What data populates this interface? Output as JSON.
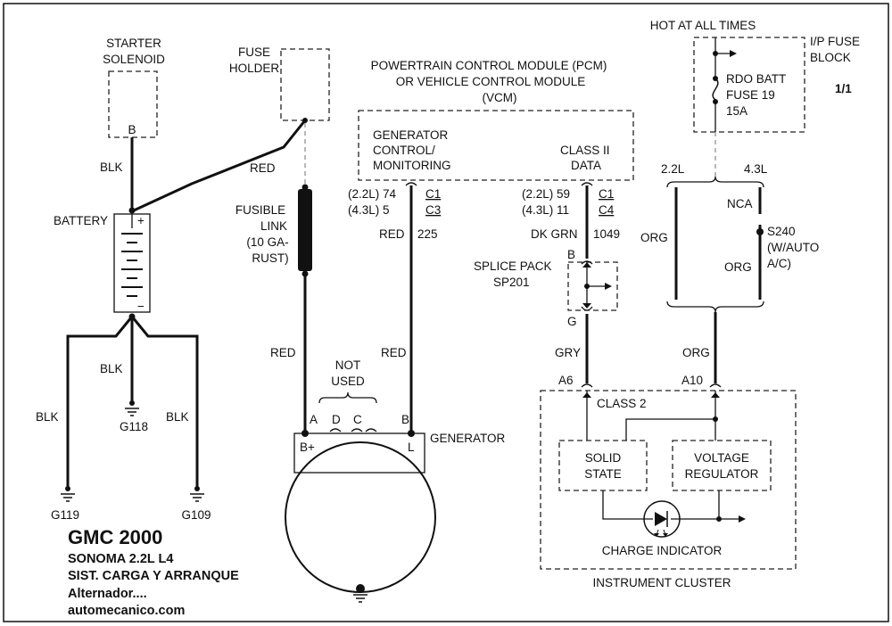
{
  "frame": {
    "page_marker": "1/1",
    "hot_at_all_times": "HOT AT ALL TIMES"
  },
  "starter_solenoid": {
    "line1": "STARTER",
    "line2": "SOLENOID",
    "terminal": "B"
  },
  "fuse_holder": {
    "line1": "FUSE",
    "line2": "HOLDER"
  },
  "fusible_link": {
    "line1": "FUSIBLE",
    "line2": "LINK",
    "line3": "(10 GA-",
    "line4": "RUST)"
  },
  "battery": {
    "label": "BATTERY",
    "plus": "+",
    "minus": "−"
  },
  "pcm": {
    "line1": "POWERTRAIN CONTROL MODULE (PCM)",
    "line2": "OR VEHICLE CONTROL MODULE",
    "line3": "(VCM)",
    "gen_ctrl_1": "GENERATOR",
    "gen_ctrl_2": "CONTROL/",
    "gen_ctrl_3": "MONITORING",
    "class2_1": "CLASS II",
    "class2_2": "DATA",
    "gen_pin_22": "(2.2L)  74",
    "gen_pin_43": "(4.3L)   5",
    "gen_conn_22": "C1",
    "gen_conn_43": "C3",
    "data_pin_22": "(2.2L)  59",
    "data_pin_43": "(4.3L)  11",
    "data_conn_22": "C1",
    "data_conn_43": "C4"
  },
  "fuse_block": {
    "name_1": "I/P FUSE",
    "name_2": "BLOCK",
    "fuse_1": "RDO BATT",
    "fuse_2": "FUSE 19",
    "fuse_3": "15A"
  },
  "wires": {
    "blk_solenoid": "BLK",
    "red_fuse": "RED",
    "red_225": "RED",
    "circuit_225": "225",
    "dk_grn": "DK GRN",
    "circuit_1049": "1049",
    "red_link": "RED",
    "red_l": "RED",
    "blk_g118": "BLK",
    "blk_g119": "BLK",
    "blk_g109": "BLK",
    "gry": "GRY",
    "org_left": "ORG",
    "org_right": "ORG",
    "org_bottom": "ORG",
    "v22": "2.2L",
    "v43": "4.3L",
    "nca": "NCA"
  },
  "splice": {
    "line1": "SPLICE PACK",
    "line2": "SP201",
    "top": "B",
    "bottom": "G"
  },
  "s240": {
    "line1": "S240",
    "line2": "(W/AUTO",
    "line3": "A/C)"
  },
  "grounds": {
    "g118": "G118",
    "g119": "G119",
    "g109": "G109"
  },
  "generator": {
    "name": "GENERATOR",
    "not_used_1": "NOT",
    "not_used_2": "USED",
    "a": "A",
    "d": "D",
    "c": "C",
    "b": "B",
    "b_plus": "B+",
    "l": "L"
  },
  "cluster": {
    "name": "INSTRUMENT CLUSTER",
    "class2": "CLASS 2",
    "a6": "A6",
    "a10": "A10",
    "solid_1": "SOLID",
    "solid_2": "STATE",
    "volt_1": "VOLTAGE",
    "volt_2": "REGULATOR",
    "indicator": "CHARGE INDICATOR"
  },
  "caption": {
    "title": "GMC 2000",
    "line1": "SONOMA  2.2L  L4",
    "line2": "SIST. CARGA Y ARRANQUE",
    "line3": "Alternador....",
    "site": "automecanico.com"
  }
}
